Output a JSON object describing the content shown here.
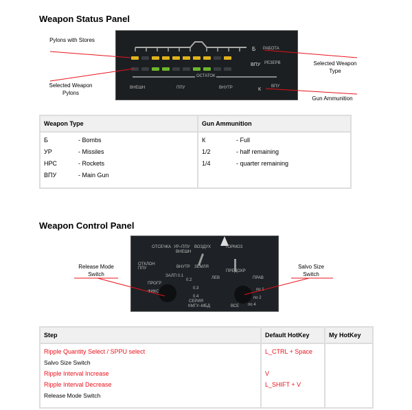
{
  "status_section": {
    "title": "Weapon Status Panel",
    "annotations": {
      "pylons_with_stores": "Pylons with Stores",
      "selected_pylons": "Selected Weapon Pylons",
      "selected_type": "Selected Weapon Type",
      "gun_ammo": "Gun Ammunition"
    },
    "panel_labels": {
      "type_value": "Б",
      "rabota": "РАБОТА",
      "vpu": "ВПУ",
      "rezerv": "РЕЗЕРВ",
      "ostatok": "ОСТАТОК",
      "vnesh": "ВНЕШН",
      "ppu": "ППУ",
      "vnutr": "ВНУТР",
      "ammo_value": "К",
      "vpu2": "ВПУ"
    },
    "pylons_stores": [
      1,
      0,
      1,
      1,
      1,
      1,
      1,
      1,
      0,
      1
    ],
    "pylons_selected": [
      0,
      0,
      1,
      1,
      0,
      0,
      1,
      1,
      0,
      0
    ],
    "colors": {
      "store": "#e0b31a",
      "selected": "#6cb52c"
    }
  },
  "table1": {
    "headers": [
      "Weapon Type",
      "Gun Ammunition"
    ],
    "weapon_types": [
      {
        "code": "Б",
        "desc": "- Bombs"
      },
      {
        "code": "УР",
        "desc": "- Missiles"
      },
      {
        "code": "НРС",
        "desc": "- Rockets"
      },
      {
        "code": "ВПУ",
        "desc": "- Main Gun"
      }
    ],
    "ammo": [
      {
        "code": "К",
        "desc": "- Full"
      },
      {
        "code": "1/2",
        "desc": "- half remaining"
      },
      {
        "code": "1/4",
        "desc": "- quarter remaining"
      }
    ]
  },
  "control_section": {
    "title": "Weapon Control Panel",
    "annotations": {
      "release_mode": "Release Mode Switch",
      "salvo_size": "Salvo Size Switch"
    },
    "panel_labels": {
      "otsechka": "ОТСЕЧКА",
      "ur_ppu": "УР–ППУ",
      "vnesh": "ВНЕШН",
      "vozdukh": "ВОЗДУХ",
      "tormoz": "ТОРМОЗ",
      "otklon": "ОТКЛОН ППУ",
      "vnutr": "ВНУТР",
      "zemlya": "ЗЕМЛЯ",
      "predokhr": "ПРЕДОХР",
      "lev": "ЛЕВ",
      "prav": "ПРАВ",
      "zalp": "ЗАЛП 0.1",
      "progr": "ПРОГР",
      "fiks": "ФИКС",
      "v02": "0.2",
      "v03": "0.3",
      "v04": "0.4",
      "seriya": "СЕРИЯ",
      "kmgu": "КМГУ–МБД",
      "po1": "по 1",
      "po2": "по 2",
      "po4": "по 4",
      "vse": "ВСЕ"
    }
  },
  "table2": {
    "headers": [
      "Step",
      "Default HotKey",
      "My HotKey"
    ],
    "rows": [
      {
        "step": "Ripple Quantity Select / SPPU select",
        "key": "L_CTRL + Space",
        "red": true
      },
      {
        "step": "Salvo Size Switch",
        "key": "",
        "red": false
      },
      {
        "step": "Ripple Interval Increase",
        "key": "V",
        "red": true
      },
      {
        "step": "Ripple Interval Decrease",
        "key": "L_SHIFT + V",
        "red": true
      },
      {
        "step": "Release Mode Switch",
        "key": "",
        "red": false
      }
    ]
  }
}
